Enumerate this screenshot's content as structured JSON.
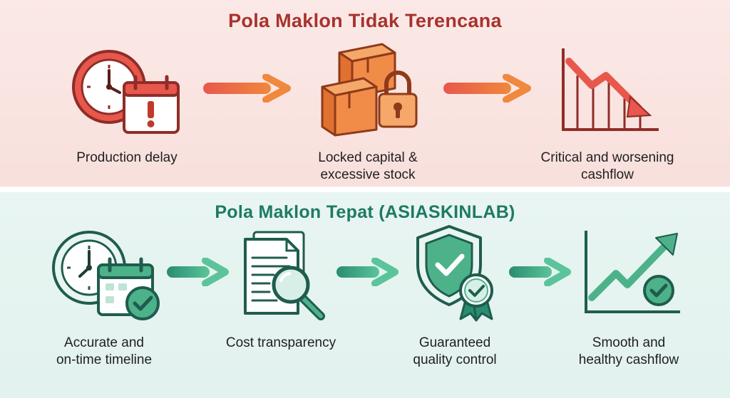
{
  "top_section": {
    "title": "Pola Maklon Tidak Terencana",
    "steps": [
      {
        "icon": "clock-calendar-alert-icon",
        "line1": "Production delay",
        "line2": ""
      },
      {
        "icon": "locked-boxes-icon",
        "line1": "Locked capital &",
        "line2": "excessive stock"
      },
      {
        "icon": "declining-chart-icon",
        "line1": "Critical and worsening",
        "line2": "cashflow"
      }
    ]
  },
  "bottom_section": {
    "title": "Pola Maklon Tepat (ASIASKINLAB)",
    "steps": [
      {
        "icon": "clock-calendar-check-icon",
        "line1": "Accurate and",
        "line2": "on-time timeline"
      },
      {
        "icon": "document-magnifier-icon",
        "line1": "Cost transparency",
        "line2": ""
      },
      {
        "icon": "shield-badge-icon",
        "line1": "Guaranteed",
        "line2": "quality control"
      },
      {
        "icon": "growth-chart-icon",
        "line1": "Smooth and",
        "line2": "healthy cashflow"
      }
    ]
  },
  "colors": {
    "red_accent": "#c0392b",
    "orange_accent": "#f0883e",
    "teal_accent": "#2a8c72",
    "green_accent": "#4db28a"
  }
}
